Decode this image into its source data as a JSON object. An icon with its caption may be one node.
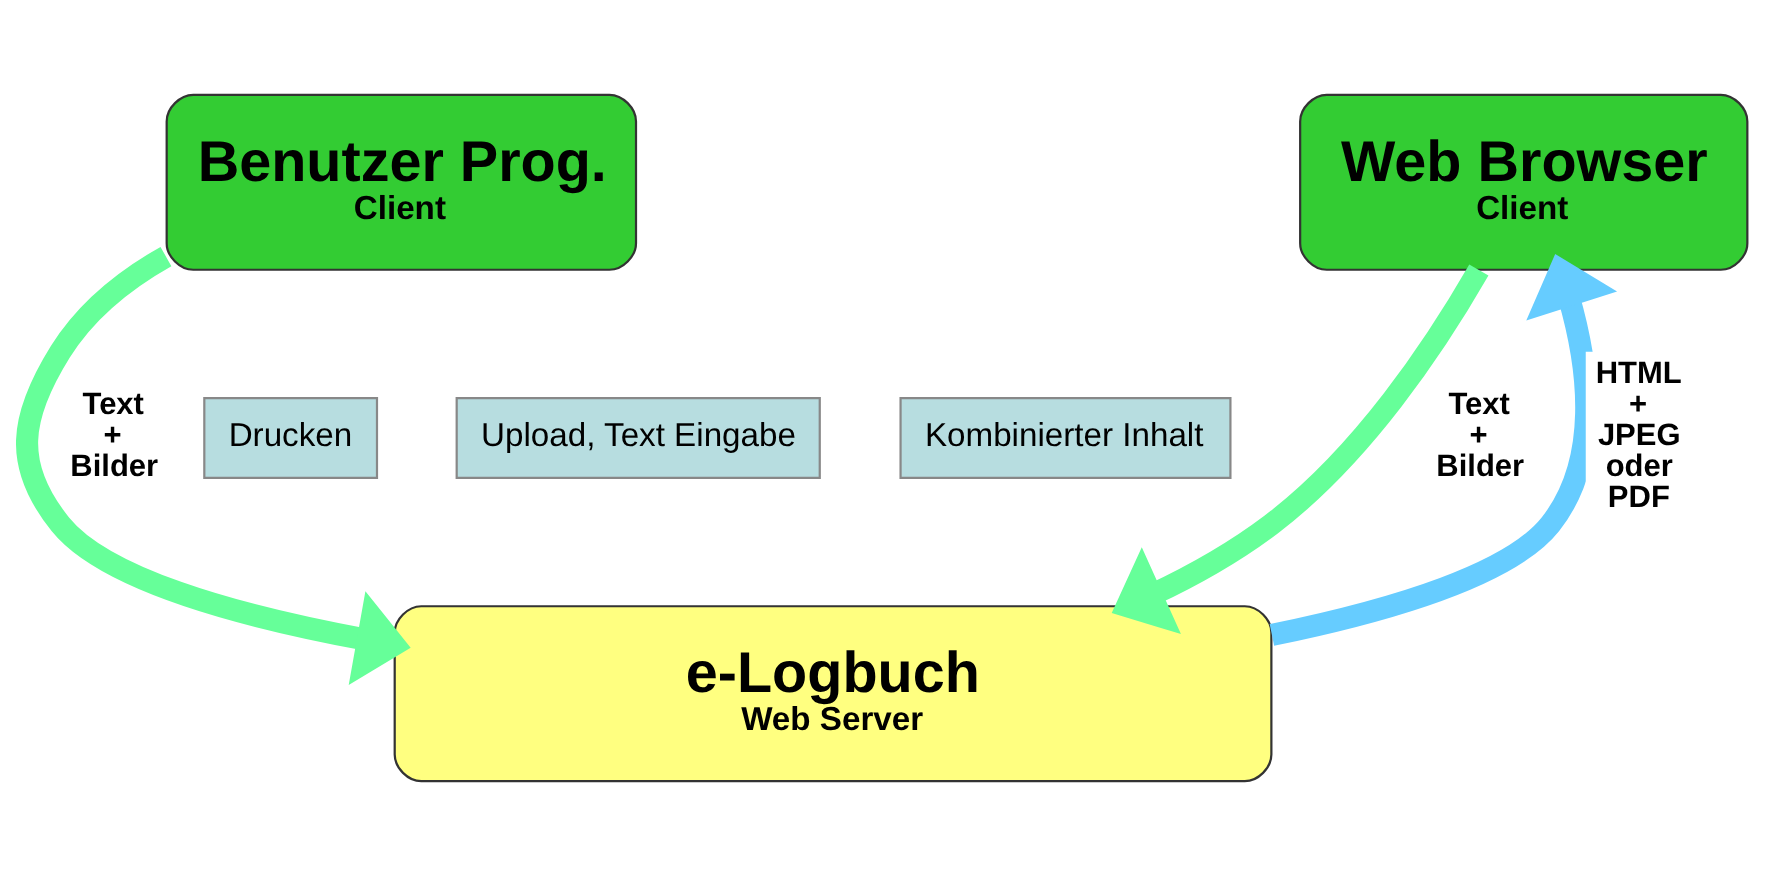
{
  "diagram": {
    "nodes": [
      {
        "text": [
          "Benutzer Prog.",
          "Client"
        ]
      },
      {
        "text": [
          "Web Browser",
          "Client"
        ]
      },
      {
        "text": [
          "e-Logbuch",
          "Web Server"
        ]
      },
      {
        "text": [
          "Drucken"
        ]
      },
      {
        "text": [
          "Upload, Text Eingabe"
        ]
      },
      {
        "text": [
          "Kombinierter Inhalt"
        ]
      }
    ],
    "edges": [
      {
        "from": 0,
        "to": 2,
        "arrow": "to",
        "label": "Text + Bilder"
      },
      {
        "from": 1,
        "to": 2,
        "arrow": "to",
        "label": "Text + Bilder"
      },
      {
        "from": 2,
        "to": 1,
        "arrow": "to",
        "label": "HTML + JPEG oder PDF",
        "color": "#66ccff"
      }
    ]
  }
}
